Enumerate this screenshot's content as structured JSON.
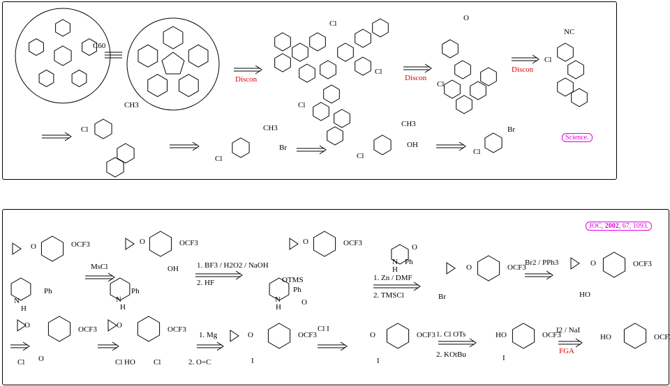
{
  "top_panel": {
    "c60": "C60",
    "discon": "Discon",
    "cl": "Cl",
    "ch3": "CH3",
    "br": "Br",
    "oh": "OH",
    "nc": "NC",
    "o": "O",
    "reference": "Science."
  },
  "bottom_panel": {
    "reference_journal": "JOC,",
    "reference_year": "2002",
    "reference_rest": ", 67, 1093.",
    "reagents": {
      "mscl": "MsCl",
      "bf3_1": "1. BF3 / H2O2 / NaOH",
      "hf_2": "2. HF",
      "zn_1": "1. Zn / DMF",
      "tmscl_2": "2. TMSCl",
      "br2_pph3": "Br2 / PPh3",
      "mg_1": "1. Mg",
      "dichloroacetone_2": "2. O=C",
      "cl_i": "Cl    I",
      "cl_ots_1": "1. Cl    OTs",
      "kotbu_2": "2. KOtBu",
      "i2_nai": "I2 / NaI",
      "fga": "FGA"
    },
    "atoms": {
      "ocf3": "OCF3",
      "o": "O",
      "ph": "Ph",
      "n": "N",
      "h": "H",
      "oh": "OH",
      "otms": "OTMS",
      "ho": "HO",
      "cl": "Cl",
      "i": "I",
      "br": "Br"
    }
  },
  "colors": {
    "red": "#e00000",
    "magenta": "#e000e0"
  }
}
